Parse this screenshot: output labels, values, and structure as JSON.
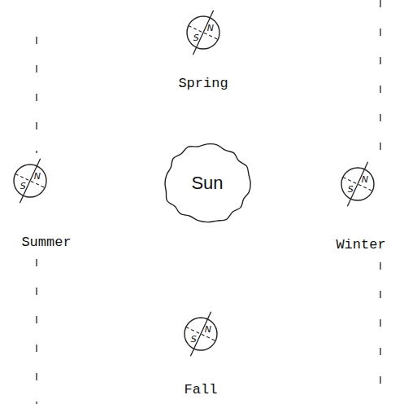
{
  "diagram": {
    "nodes": [
      {
        "text": [
          "N",
          "S",
          "Spring"
        ]
      },
      {
        "text": [
          "N",
          "S",
          "Summer"
        ]
      },
      {
        "text": [
          "Sun"
        ]
      },
      {
        "text": [
          "N",
          "S",
          "Winter"
        ]
      },
      {
        "text": [
          "N",
          "S",
          "Fall"
        ]
      }
    ]
  }
}
